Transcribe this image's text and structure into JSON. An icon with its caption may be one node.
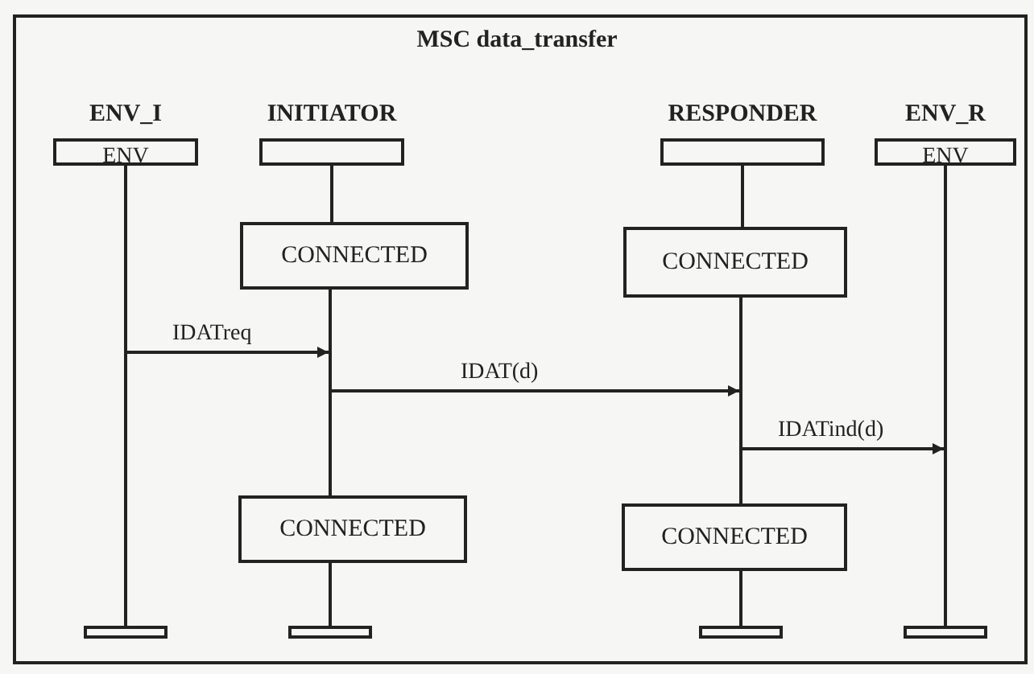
{
  "diagram": {
    "title": "MSC data_transfer",
    "nodes": [
      {
        "text": [
          "ENV_I",
          "ENV"
        ]
      },
      {
        "text": [
          "INITIATOR"
        ]
      },
      {
        "text": [
          "RESPONDER"
        ]
      },
      {
        "text": [
          "ENV_R",
          "ENV"
        ]
      },
      {
        "text": [
          "CONNECTED"
        ]
      },
      {
        "text": [
          "CONNECTED"
        ]
      },
      {
        "text": [
          "CONNECTED"
        ]
      },
      {
        "text": [
          "CONNECTED"
        ]
      },
      {
        "text": [],
        "shape": "bar"
      },
      {
        "text": [],
        "shape": "bar"
      },
      {
        "text": [],
        "shape": "bar"
      },
      {
        "text": [],
        "shape": "bar"
      },
      {
        "text": [],
        "shape": "line"
      },
      {
        "text": [],
        "shape": "line"
      },
      {
        "text": [],
        "shape": "line"
      },
      {
        "text": [],
        "shape": "line"
      }
    ],
    "edges": [
      {
        "from": 1,
        "to": 4,
        "arrow": "none"
      },
      {
        "from": 6,
        "to": 9,
        "arrow": "none"
      },
      {
        "from": 2,
        "to": 5,
        "arrow": "none"
      },
      {
        "from": 7,
        "to": 10,
        "arrow": "none"
      },
      {
        "from": 12,
        "to": 13,
        "label": "IDATreq",
        "arrow": "to"
      },
      {
        "from": 13,
        "to": 14,
        "label": "IDAT(d)",
        "arrow": "to"
      },
      {
        "from": 14,
        "to": 15,
        "label": "IDATind(d)",
        "arrow": "to"
      }
    ]
  }
}
